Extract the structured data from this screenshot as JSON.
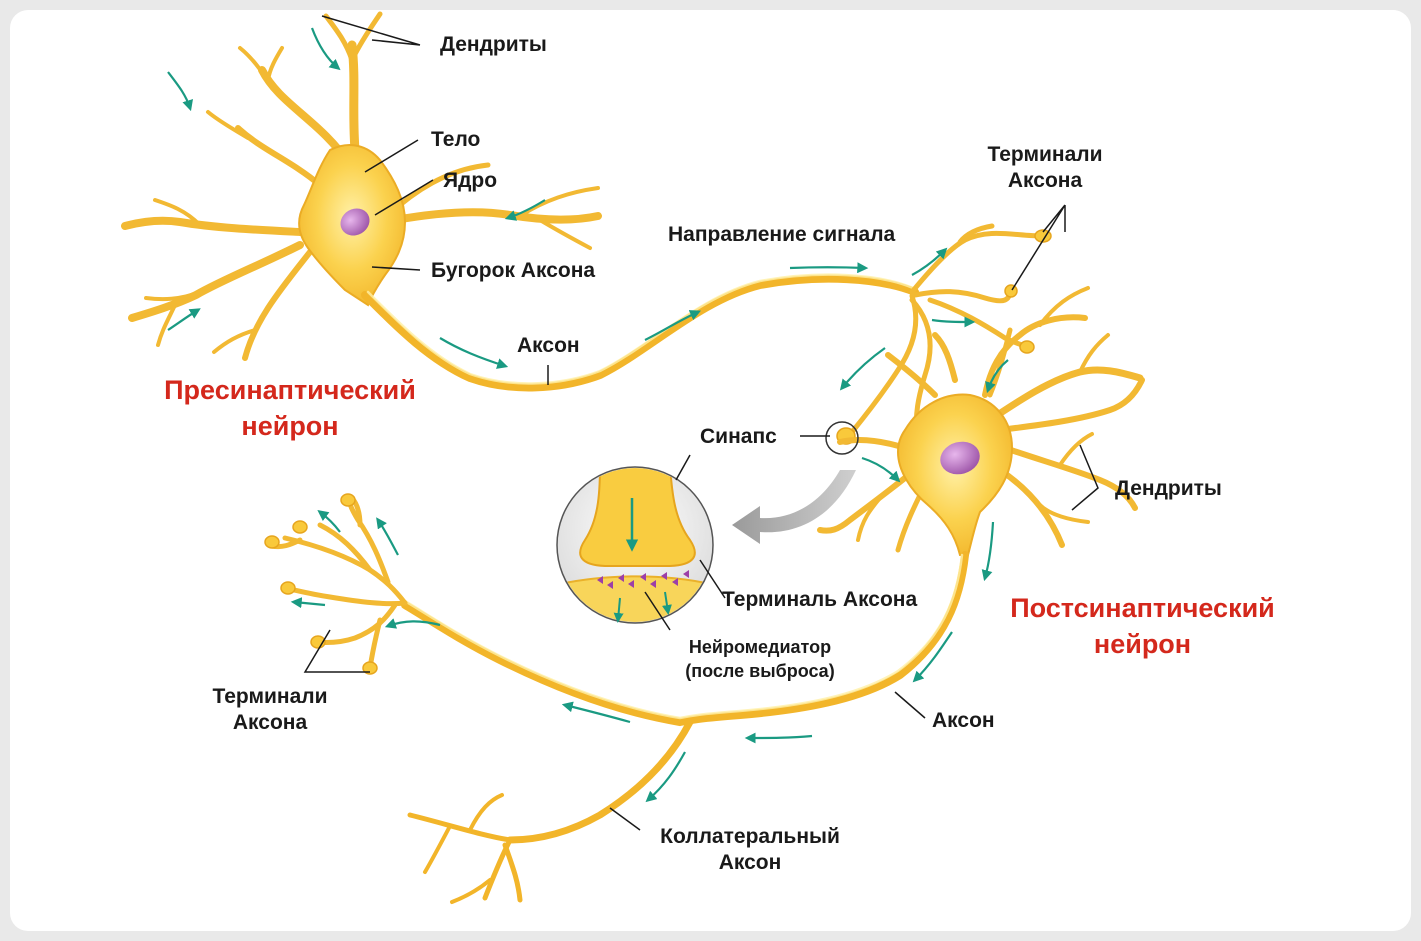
{
  "labels": {
    "dendrites_top": "Дендриты",
    "soma": "Тело",
    "nucleus": "Ядро",
    "axon_hillock": "Бугорок Аксона",
    "axon_top": "Аксон",
    "presynaptic_line1": "Пресинаптический",
    "presynaptic_line2": "нейрон",
    "signal_direction": "Направление сигнала",
    "terminals_top_line1": "Терминали",
    "terminals_top_line2": "Аксона",
    "synapse": "Синапс",
    "dendrites_right": "Дендриты",
    "axon_terminal": "Терминаль Аксона",
    "neurotransmitter_line1": "Нейромедиатор",
    "neurotransmitter_line2": "(после выброса)",
    "postsynaptic_line1": "Постсинаптический",
    "postsynaptic_line2": "нейрон",
    "terminals_left_line1": "Терминали",
    "terminals_left_line2": "Аксона",
    "axon_bottom": "Аксон",
    "collateral_line1": "Коллатеральный",
    "collateral_line2": "Аксон"
  },
  "colors": {
    "neuron_fill": "#f9c93b",
    "neuron_stroke": "#e6a51e",
    "nucleus": "#b06ab8",
    "arrow": "#1a9a82",
    "label_red": "#d4281c",
    "leader_line": "#1a1a1a",
    "neurotransmitter": "#9c3fa8"
  }
}
